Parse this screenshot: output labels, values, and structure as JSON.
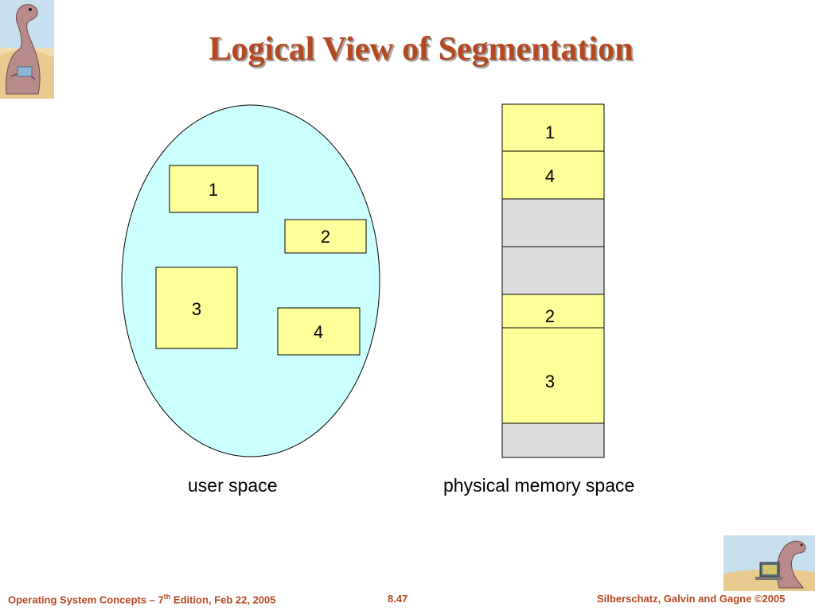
{
  "title": "Logical View of Segmentation",
  "user_space": {
    "caption": "user space",
    "segments": [
      "1",
      "2",
      "3",
      "4"
    ]
  },
  "physical_memory": {
    "caption": "physical memory space",
    "blocks": [
      {
        "label": "1",
        "type": "segment"
      },
      {
        "label": "4",
        "type": "segment"
      },
      {
        "label": "",
        "type": "free"
      },
      {
        "label": "",
        "type": "free"
      },
      {
        "label": "2",
        "type": "segment"
      },
      {
        "label": "3",
        "type": "segment"
      },
      {
        "label": "",
        "type": "free"
      }
    ]
  },
  "footer": {
    "left_prefix": "Operating System Concepts – 7",
    "left_sup": "th",
    "left_suffix": " Edition, Feb 22, 2005",
    "page": "8.47",
    "right": "Silberschatz, Galvin and Gagne ©2005"
  },
  "colors": {
    "title": "#b5481f",
    "ellipse_fill": "#ccffff",
    "segment_fill": "#ffff99",
    "free_fill": "#dddddd"
  },
  "icons": {
    "top_left": "dinosaur-logo-icon",
    "bottom_right": "dinosaur-laptop-logo-icon"
  }
}
